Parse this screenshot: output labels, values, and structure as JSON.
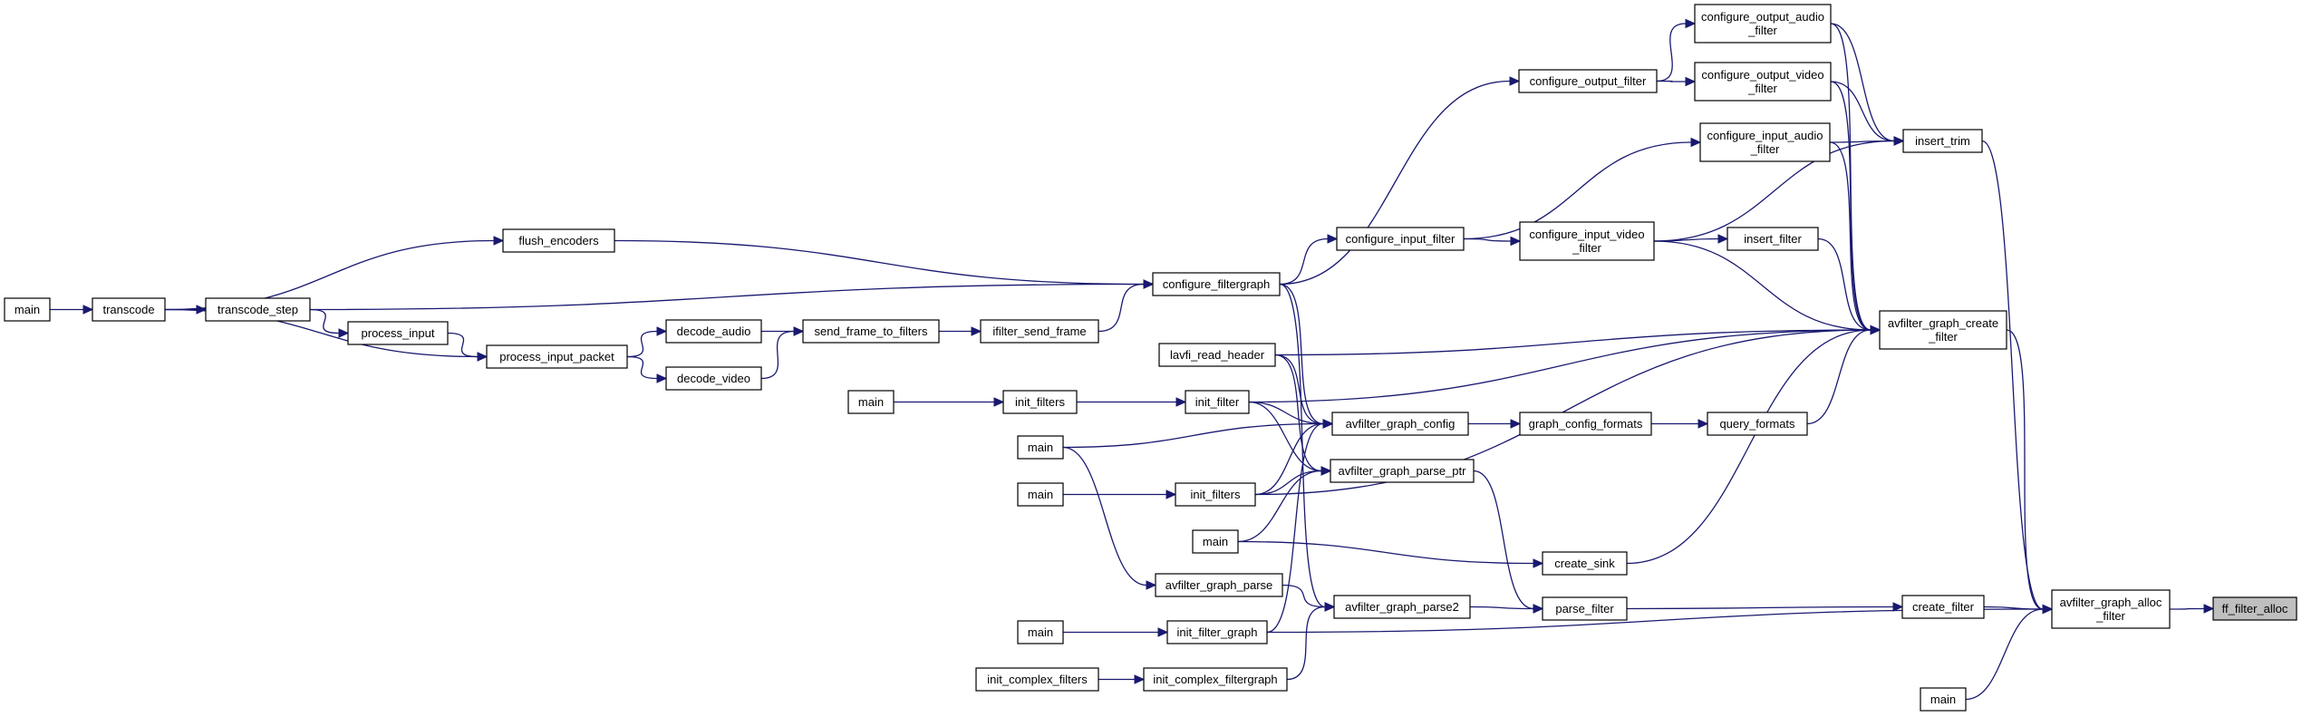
{
  "graph": {
    "nodes": [
      {
        "id": "main1",
        "lines": [
          "main"
        ],
        "interactable": true
      },
      {
        "id": "transcode",
        "lines": [
          "transcode"
        ],
        "interactable": true
      },
      {
        "id": "transcode_step",
        "lines": [
          "transcode_step"
        ],
        "interactable": true
      },
      {
        "id": "process_input",
        "lines": [
          "process_input"
        ],
        "interactable": true
      },
      {
        "id": "process_input_packet",
        "lines": [
          "process_input_packet"
        ],
        "interactable": true
      },
      {
        "id": "flush_encoders",
        "lines": [
          "flush_encoders"
        ],
        "interactable": true
      },
      {
        "id": "decode_audio",
        "lines": [
          "decode_audio"
        ],
        "interactable": true
      },
      {
        "id": "decode_video",
        "lines": [
          "decode_video"
        ],
        "interactable": true
      },
      {
        "id": "send_frame_to_filters",
        "lines": [
          "send_frame_to_filters"
        ],
        "interactable": true
      },
      {
        "id": "ifilter_send_frame",
        "lines": [
          "ifilter_send_frame"
        ],
        "interactable": true
      },
      {
        "id": "configure_filtergraph",
        "lines": [
          "configure_filtergraph"
        ],
        "interactable": true
      },
      {
        "id": "configure_output_filter",
        "lines": [
          "configure_output_filter"
        ],
        "interactable": true
      },
      {
        "id": "configure_input_filter",
        "lines": [
          "configure_input_filter"
        ],
        "interactable": true
      },
      {
        "id": "configure_output_audio_filter",
        "lines": [
          "configure_output_audio",
          "_filter"
        ],
        "interactable": true
      },
      {
        "id": "configure_output_video_filter",
        "lines": [
          "configure_output_video",
          "_filter"
        ],
        "interactable": true
      },
      {
        "id": "configure_input_audio_filter",
        "lines": [
          "configure_input_audio",
          "_filter"
        ],
        "interactable": true
      },
      {
        "id": "configure_input_video_filter",
        "lines": [
          "configure_input_video",
          "_filter"
        ],
        "interactable": true
      },
      {
        "id": "insert_trim",
        "lines": [
          "insert_trim"
        ],
        "interactable": true
      },
      {
        "id": "insert_filter",
        "lines": [
          "insert_filter"
        ],
        "interactable": true
      },
      {
        "id": "lavfi_read_header",
        "lines": [
          "lavfi_read_header"
        ],
        "interactable": true
      },
      {
        "id": "main2",
        "lines": [
          "main"
        ],
        "interactable": true
      },
      {
        "id": "init_filters1",
        "lines": [
          "init_filters"
        ],
        "interactable": true
      },
      {
        "id": "init_filter",
        "lines": [
          "init_filter"
        ],
        "interactable": true
      },
      {
        "id": "main3",
        "lines": [
          "main"
        ],
        "interactable": true
      },
      {
        "id": "main4",
        "lines": [
          "main"
        ],
        "interactable": true
      },
      {
        "id": "init_filters2",
        "lines": [
          "init_filters"
        ],
        "interactable": true
      },
      {
        "id": "main5",
        "lines": [
          "main"
        ],
        "interactable": true
      },
      {
        "id": "avfilter_graph_config",
        "lines": [
          "avfilter_graph_config"
        ],
        "interactable": true
      },
      {
        "id": "avfilter_graph_parse_ptr",
        "lines": [
          "avfilter_graph_parse_ptr"
        ],
        "interactable": true
      },
      {
        "id": "graph_config_formats",
        "lines": [
          "graph_config_formats"
        ],
        "interactable": true
      },
      {
        "id": "query_formats",
        "lines": [
          "query_formats"
        ],
        "interactable": true
      },
      {
        "id": "avfilter_graph_create_filter",
        "lines": [
          "avfilter_graph_create",
          "_filter"
        ],
        "interactable": true
      },
      {
        "id": "create_sink",
        "lines": [
          "create_sink"
        ],
        "interactable": true
      },
      {
        "id": "avfilter_graph_parse",
        "lines": [
          "avfilter_graph_parse"
        ],
        "interactable": true
      },
      {
        "id": "avfilter_graph_parse2",
        "lines": [
          "avfilter_graph_parse2"
        ],
        "interactable": true
      },
      {
        "id": "parse_filter",
        "lines": [
          "parse_filter"
        ],
        "interactable": true
      },
      {
        "id": "create_filter",
        "lines": [
          "create_filter"
        ],
        "interactable": true
      },
      {
        "id": "main6",
        "lines": [
          "main"
        ],
        "interactable": true
      },
      {
        "id": "init_filter_graph",
        "lines": [
          "init_filter_graph"
        ],
        "interactable": true
      },
      {
        "id": "init_complex_filters",
        "lines": [
          "init_complex_filters"
        ],
        "interactable": true
      },
      {
        "id": "init_complex_filtergraph",
        "lines": [
          "init_complex_filtergraph"
        ],
        "interactable": true
      },
      {
        "id": "avfilter_graph_alloc_filter",
        "lines": [
          "avfilter_graph_alloc",
          "_filter"
        ],
        "interactable": true
      },
      {
        "id": "main7",
        "lines": [
          "main"
        ],
        "interactable": true
      },
      {
        "id": "ff_filter_alloc",
        "lines": [
          "ff_filter_alloc"
        ],
        "interactable": false,
        "highlight": true
      }
    ],
    "edges": [
      [
        "main1",
        "transcode"
      ],
      [
        "transcode",
        "transcode_step"
      ],
      [
        "transcode",
        "flush_encoders"
      ],
      [
        "transcode",
        "process_input_packet"
      ],
      [
        "transcode_step",
        "process_input"
      ],
      [
        "transcode_step",
        "configure_filtergraph"
      ],
      [
        "process_input",
        "process_input_packet"
      ],
      [
        "process_input_packet",
        "decode_audio"
      ],
      [
        "process_input_packet",
        "decode_video"
      ],
      [
        "decode_audio",
        "send_frame_to_filters"
      ],
      [
        "decode_video",
        "send_frame_to_filters"
      ],
      [
        "send_frame_to_filters",
        "ifilter_send_frame"
      ],
      [
        "ifilter_send_frame",
        "configure_filtergraph"
      ],
      [
        "flush_encoders",
        "configure_filtergraph"
      ],
      [
        "configure_filtergraph",
        "configure_output_filter"
      ],
      [
        "configure_filtergraph",
        "configure_input_filter"
      ],
      [
        "configure_filtergraph",
        "avfilter_graph_config"
      ],
      [
        "configure_filtergraph",
        "avfilter_graph_parse2"
      ],
      [
        "configure_output_filter",
        "configure_output_audio_filter"
      ],
      [
        "configure_output_filter",
        "configure_output_video_filter"
      ],
      [
        "configure_input_filter",
        "configure_input_audio_filter"
      ],
      [
        "configure_input_filter",
        "configure_input_video_filter"
      ],
      [
        "configure_output_audio_filter",
        "insert_trim"
      ],
      [
        "configure_output_audio_filter",
        "avfilter_graph_create_filter"
      ],
      [
        "configure_output_video_filter",
        "insert_trim"
      ],
      [
        "configure_output_video_filter",
        "avfilter_graph_create_filter"
      ],
      [
        "configure_input_audio_filter",
        "insert_trim"
      ],
      [
        "configure_input_audio_filter",
        "avfilter_graph_create_filter"
      ],
      [
        "configure_input_video_filter",
        "insert_trim"
      ],
      [
        "configure_input_video_filter",
        "insert_filter"
      ],
      [
        "configure_input_video_filter",
        "avfilter_graph_create_filter"
      ],
      [
        "insert_filter",
        "avfilter_graph_create_filter"
      ],
      [
        "insert_trim",
        "avfilter_graph_alloc_filter"
      ],
      [
        "lavfi_read_header",
        "avfilter_graph_create_filter"
      ],
      [
        "lavfi_read_header",
        "avfilter_graph_config"
      ],
      [
        "lavfi_read_header",
        "avfilter_graph_parse_ptr"
      ],
      [
        "main2",
        "init_filters1"
      ],
      [
        "init_filters1",
        "init_filter"
      ],
      [
        "init_filter",
        "avfilter_graph_create_filter"
      ],
      [
        "init_filter",
        "avfilter_graph_config"
      ],
      [
        "init_filter",
        "avfilter_graph_parse_ptr"
      ],
      [
        "main3",
        "avfilter_graph_config"
      ],
      [
        "main3",
        "avfilter_graph_parse"
      ],
      [
        "main4",
        "init_filters2"
      ],
      [
        "init_filters2",
        "avfilter_graph_create_filter"
      ],
      [
        "init_filters2",
        "avfilter_graph_config"
      ],
      [
        "init_filters2",
        "avfilter_graph_parse_ptr"
      ],
      [
        "main5",
        "avfilter_graph_parse_ptr"
      ],
      [
        "main5",
        "create_sink"
      ],
      [
        "avfilter_graph_config",
        "graph_config_formats"
      ],
      [
        "graph_config_formats",
        "query_formats"
      ],
      [
        "query_formats",
        "avfilter_graph_create_filter"
      ],
      [
        "create_sink",
        "avfilter_graph_create_filter"
      ],
      [
        "avfilter_graph_parse",
        "avfilter_graph_parse2"
      ],
      [
        "avfilter_graph_parse_ptr",
        "parse_filter"
      ],
      [
        "avfilter_graph_parse2",
        "parse_filter"
      ],
      [
        "parse_filter",
        "create_filter"
      ],
      [
        "create_filter",
        "avfilter_graph_alloc_filter"
      ],
      [
        "main6",
        "init_filter_graph"
      ],
      [
        "init_filter_graph",
        "avfilter_graph_config"
      ],
      [
        "init_filter_graph",
        "avfilter_graph_alloc_filter"
      ],
      [
        "init_complex_filters",
        "init_complex_filtergraph"
      ],
      [
        "init_complex_filtergraph",
        "avfilter_graph_parse2"
      ],
      [
        "avfilter_graph_create_filter",
        "avfilter_graph_alloc_filter"
      ],
      [
        "main7",
        "avfilter_graph_alloc_filter"
      ],
      [
        "avfilter_graph_alloc_filter",
        "ff_filter_alloc"
      ]
    ]
  }
}
